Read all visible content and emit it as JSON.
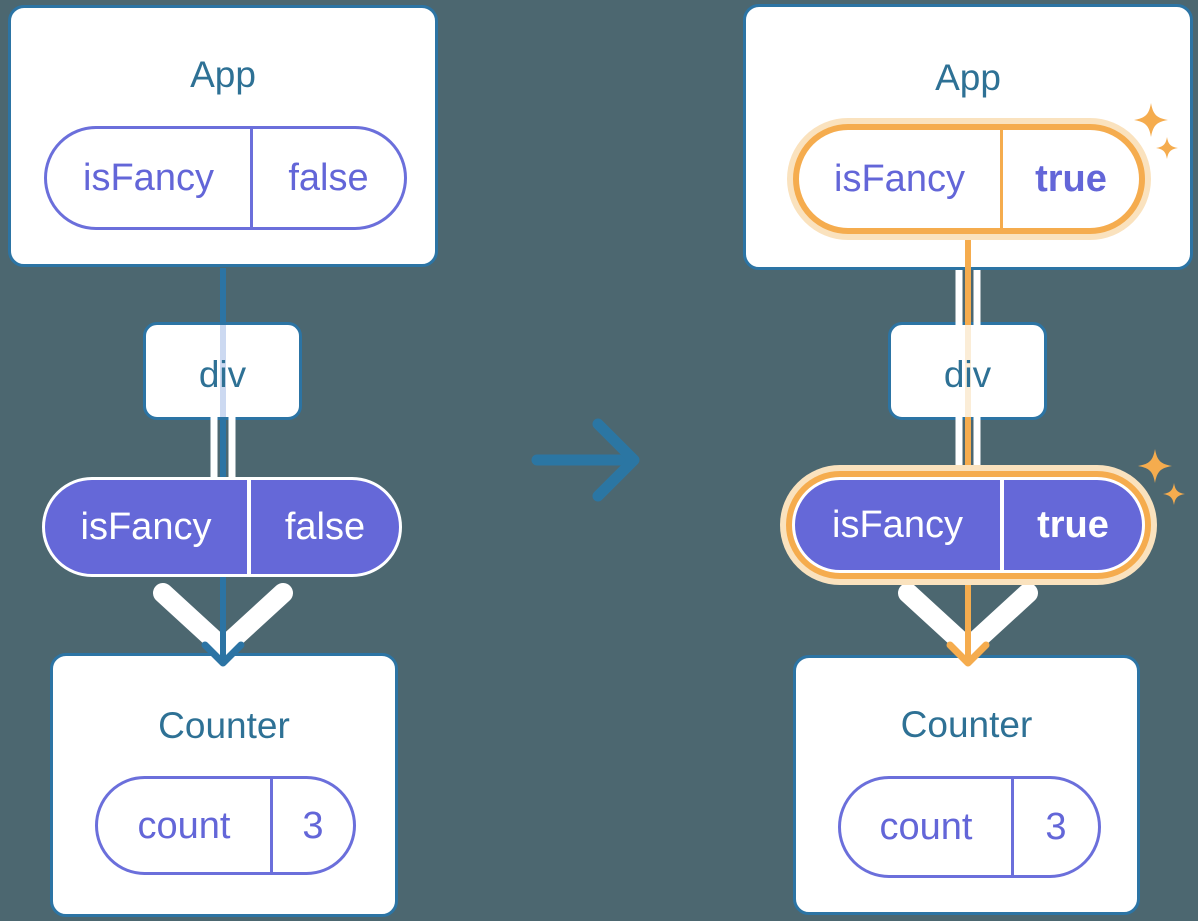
{
  "diagram": {
    "description": "React prop flow: App passes isFancy down through div to Counter; before and after state change",
    "before": {
      "app": {
        "title": "App",
        "prop_name": "isFancy",
        "prop_value": "false"
      },
      "container": {
        "title": "div"
      },
      "passed_prop": {
        "name": "isFancy",
        "value": "false"
      },
      "counter": {
        "title": "Counter",
        "state_name": "count",
        "state_value": "3"
      }
    },
    "after": {
      "app": {
        "title": "App",
        "prop_name": "isFancy",
        "prop_value": "true"
      },
      "container": {
        "title": "div"
      },
      "passed_prop": {
        "name": "isFancy",
        "value": "true"
      },
      "counter": {
        "title": "Counter",
        "state_name": "count",
        "state_value": "3"
      }
    },
    "colors": {
      "background": "#4C6770",
      "card_border": "#2C74A4",
      "title_text": "#2E7195",
      "line_blue": "#2C74A4",
      "faint_blue_line": "#CCD9F1",
      "purple_outline": "#6B6FDB",
      "purple_fill": "#6568D8",
      "highlight_orange": "#F5AC4E",
      "highlight_halo": "#FAE2BE",
      "faint_orange_line": "#FBEDD7",
      "white": "#FFFFFF"
    },
    "icons": {
      "sparkles": "sparkles-icon",
      "transition_arrow": "right-arrow-icon"
    }
  }
}
